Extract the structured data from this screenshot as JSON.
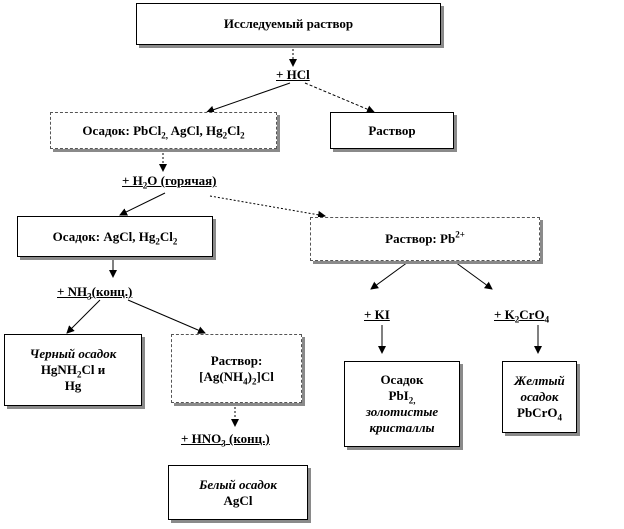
{
  "root": {
    "text": "Исследуемый раствор"
  },
  "reagent_hcl": {
    "text": "+ HCl"
  },
  "precipitate1": {
    "label": "Осадок:",
    "f1": "PbCl",
    "s1": "2,",
    "f2": " AgCl,  Hg",
    "s2": "2",
    "f3": "Cl",
    "s3": "2"
  },
  "solution1": {
    "text": "Раствор"
  },
  "reagent_h2o": {
    "p1": "+ H",
    "s1": "2",
    "p2": "O (горячая)"
  },
  "precipitate2": {
    "label": "Осадок:",
    "f1": " AgCl,  Hg",
    "s1": "2",
    "f2": "Cl",
    "s2": "2"
  },
  "solution2": {
    "label": "Раствор:",
    "f1": " Pb",
    "sup1": "2+"
  },
  "reagent_nh3": {
    "p1": "+  NH",
    "s1": "3",
    "p2": "(конц.)"
  },
  "black_precipitate": {
    "line1": "Черный осадок",
    "line2a": "HgNH",
    "line2s": "2",
    "line2b": "Cl и",
    "line3": "Hg"
  },
  "solution3": {
    "line1": "Раствор:",
    "p1": "[Ag(NH",
    "s1": "4",
    "p2": ")",
    "s2": "2",
    "p3": "]Cl"
  },
  "reagent_ki": {
    "text": "+  KI"
  },
  "reagent_k2cro4": {
    "p1": "+ K",
    "s1": "2",
    "p2": "CrO",
    "s2": "4"
  },
  "pbi2_precipitate": {
    "line1": "Осадок",
    "line2a": "PbI",
    "line2s": "2,",
    "line3": "золотистые",
    "line4": "кристаллы"
  },
  "yellow_precipitate": {
    "line1": "Желтый",
    "line2": "осадок",
    "line3a": "PbCrO",
    "line3s": "4"
  },
  "reagent_hno3": {
    "p1": "+ HNO",
    "s1": "3",
    "p2": " (конц.)"
  },
  "white_precipitate": {
    "line1": "Белый осадок",
    "line2": "AgCl"
  }
}
